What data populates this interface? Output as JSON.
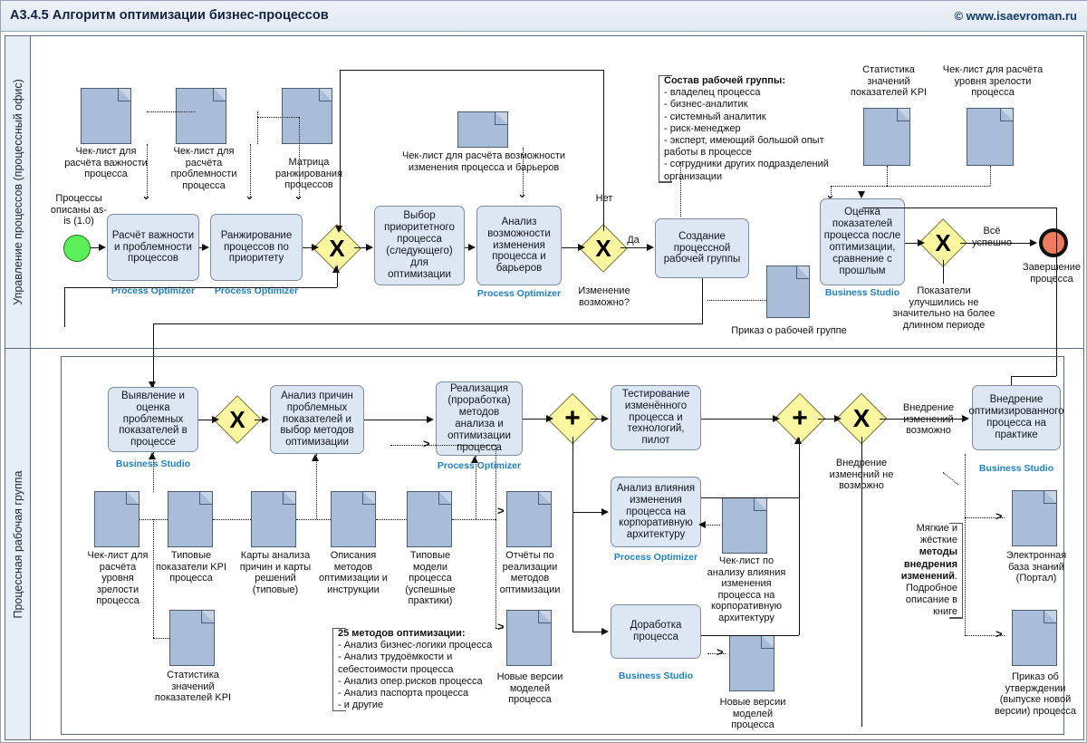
{
  "header": {
    "title": "A3.4.5 Алгоритм оптимизации бизнес-процессов",
    "copyright": "© www.isaevroman.ru"
  },
  "lanes": [
    {
      "id": "lane-process-office",
      "label": "Управление процессов (процессный офис)"
    },
    {
      "id": "lane-working-group",
      "label": "Процессная рабочая группа"
    }
  ],
  "colors": {
    "task_fill": "#dde7f4",
    "task_border": "#7d8da1",
    "gateway_fill": "#fbf7a0",
    "document_fill": "#a9bcd8",
    "start_event": "#5bf05b",
    "end_event": "#f07a5e",
    "system_label": "#1f7fc4",
    "lane_fill": "#e8eef7"
  },
  "lane1": {
    "start_event_label": "Процессы описаны as-is (1.0)",
    "tasks": [
      {
        "name": "task-calc-importance",
        "text": "Расчёт важности и проблемности процессов",
        "system": "Process Optimizer"
      },
      {
        "name": "task-ranking",
        "text": "Ранжирование процессов по приоритету",
        "system": "Process Optimizer"
      },
      {
        "name": "task-choose-priority",
        "text": "Выбор приоритетного процесса (следующего) для оптимизации",
        "system": ""
      },
      {
        "name": "task-analyze-change",
        "text": "Анализ возможности изменения процесса и барьеров",
        "system": "Process Optimizer"
      },
      {
        "name": "task-create-group",
        "text": "Создание процессной рабочей группы",
        "system": ""
      },
      {
        "name": "task-evaluate-after",
        "text": "Оценка показателей процесса после оптимизации, сравнение с прошлым",
        "system": "Business Studio"
      }
    ],
    "gateways": [
      {
        "name": "gateway-xor-1",
        "mark": "X"
      },
      {
        "name": "gateway-xor-change-possible",
        "mark": "X",
        "label": "Изменение возможно?",
        "yes": "Да",
        "no": "Нет"
      },
      {
        "name": "gateway-xor-success",
        "mark": "X",
        "yes": "Всё успешно",
        "no": "Показатели улучшились не значительно на более длинном периоде"
      }
    ],
    "end_event_label": "Завершение процесса",
    "documents": [
      {
        "name": "doc-checklist-importance",
        "label": "Чек-лист для расчёта важности процесса"
      },
      {
        "name": "doc-checklist-problem",
        "label": "Чек-лист для расчёта проблемности процесса"
      },
      {
        "name": "doc-matrix-ranking",
        "label": "Матрица ранжирования процессов"
      },
      {
        "name": "doc-checklist-change",
        "label": "Чек-лист для расчёта возможности изменения процесса и барьеров"
      },
      {
        "name": "doc-kpi-statistics",
        "label": "Статистика значений показателей KPI"
      },
      {
        "name": "doc-checklist-maturity",
        "label": "Чек-лист для расчёта уровня зрелости процесса"
      },
      {
        "name": "doc-order-working-group",
        "label": "Приказ о рабочей группе"
      }
    ],
    "annotation_group": {
      "name": "annotation-working-group-composition",
      "heading": "Состав рабочей группы:",
      "lines": [
        "- владелец процесса",
        "- бизнес-аналитик",
        "- системный аналитик",
        "- риск-менеджер",
        "- эксперт, имеющий большой опыт работы в  процессе",
        "- сотрудники других подразделений организации"
      ]
    }
  },
  "lane2": {
    "tasks": [
      {
        "name": "task-identify-problems",
        "text": "Выявление и оценка проблемных показателей в процессе",
        "system": "Business Studio"
      },
      {
        "name": "task-analyze-causes",
        "text": "Анализ причин проблемных показателей и выбор методов оптимизации",
        "system": ""
      },
      {
        "name": "task-implement-methods",
        "text": "Реализация (проработка) методов анализа и оптимизации процесса",
        "system": "Process Optimizer"
      },
      {
        "name": "task-testing",
        "text": "Тестирование изменённого процесса и технологий, пилот",
        "system": ""
      },
      {
        "name": "task-analyze-architecture",
        "text": "Анализ влияния изменения процесса на корпоративную архитектуру",
        "system": "Process Optimizer"
      },
      {
        "name": "task-refine-process",
        "text": "Доработка процесса",
        "system": "Business Studio"
      },
      {
        "name": "task-deploy-process",
        "text": "Внедрение оптимизированного процесса на практике",
        "system": "Business Studio"
      }
    ],
    "gateways": [
      {
        "name": "gateway-xor-lane2-1",
        "mark": "X"
      },
      {
        "name": "gateway-and-split",
        "mark": "+"
      },
      {
        "name": "gateway-and-join",
        "mark": "+"
      },
      {
        "name": "gateway-xor-deploy",
        "mark": "X",
        "yes": "Внедрение изменений возможно",
        "no": "Внедрение изменений не возможно"
      }
    ],
    "documents": [
      {
        "name": "doc-checklist-maturity-level",
        "label": "Чек-лист для расчёта уровня зрелости процесса"
      },
      {
        "name": "doc-typical-kpi",
        "label": "Типовые показатели KPI процесса"
      },
      {
        "name": "doc-kpi-statistics-2",
        "label": "Статистика значений показателей KPI"
      },
      {
        "name": "doc-cause-maps",
        "label": "Карты анализа причин и карты решений (типовые)"
      },
      {
        "name": "doc-method-descriptions",
        "label": "Описания методов оптимизации и инструкции"
      },
      {
        "name": "doc-typical-models",
        "label": "Типовые модели процесса (успешные практики)"
      },
      {
        "name": "doc-reports-methods",
        "label": "Отчёты по реализации методов оптимизации"
      },
      {
        "name": "doc-new-versions-1",
        "label": "Новые версии моделей процесса"
      },
      {
        "name": "doc-checklist-architecture",
        "label": "Чек-лист по анализу влияния изменения процесса на корпоративную архитектуру"
      },
      {
        "name": "doc-new-versions-2",
        "label": "Новые версии моделей процесса"
      },
      {
        "name": "doc-knowledge-base",
        "label": "Электронная база знаний (Портал)"
      },
      {
        "name": "doc-approval-order",
        "label": "Приказ об утверждении (выпуске новой версии) процесса"
      }
    ],
    "annotation_methods": {
      "name": "annotation-25-methods",
      "heading": "25 методов оптимизации:",
      "lines": [
        "- Анализ бизнес-логики процесса",
        "- Анализ трудоёмкости и себестоимости процесса",
        "- Анализ опер.рисков процесса",
        "- Анализ паспорта процесса",
        "- и другие"
      ]
    },
    "annotation_soft_hard": {
      "name": "annotation-soft-hard-methods",
      "line1": "Мягкие и жёсткие",
      "bold": "методы внедрения изменений",
      "line3": ". Подробное описание в книге"
    }
  }
}
